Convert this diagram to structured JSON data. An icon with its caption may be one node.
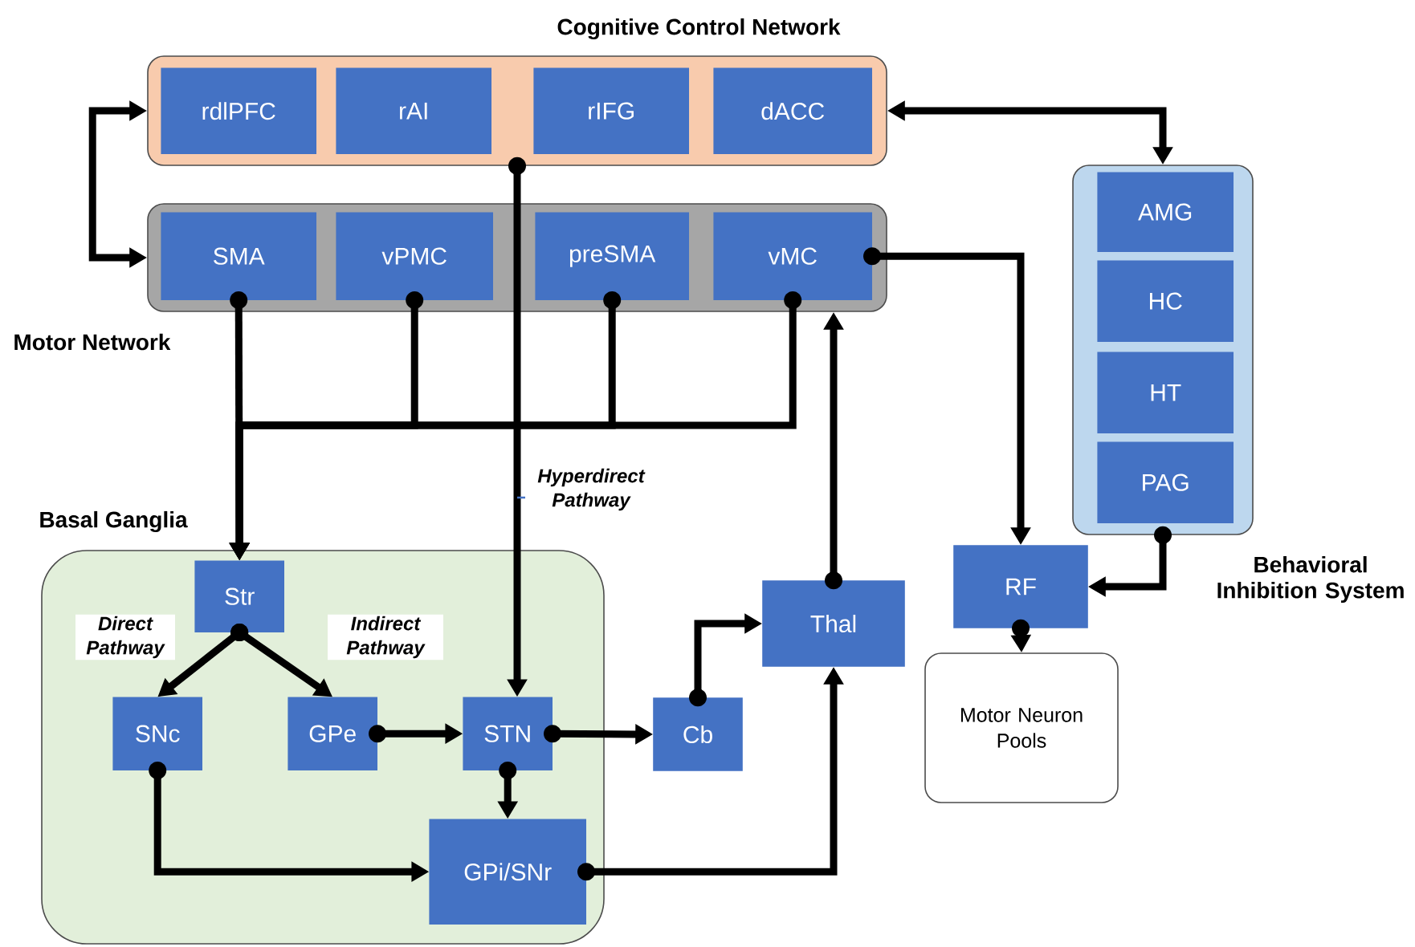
{
  "diagram": {
    "nodes": [
      {
        "text": [
          "Cognitive Control Network"
        ]
      },
      {
        "text": [
          "rdlPFC"
        ],
        "in": 0
      },
      {
        "text": [
          "rAI"
        ],
        "in": 0
      },
      {
        "text": [
          "rIFG"
        ],
        "in": 0
      },
      {
        "text": [
          "dACC"
        ],
        "in": 0
      },
      {
        "text": [
          "Motor Network"
        ]
      },
      {
        "text": [
          "SMA"
        ],
        "in": 5
      },
      {
        "text": [
          "vPMC"
        ],
        "in": 5
      },
      {
        "text": [
          "preSMA"
        ],
        "in": 5
      },
      {
        "text": [
          "vMC"
        ],
        "in": 5
      },
      {
        "text": [
          "Behavioral Inhibition System"
        ]
      },
      {
        "text": [
          "AMG"
        ],
        "in": 10
      },
      {
        "text": [
          "HC"
        ],
        "in": 10
      },
      {
        "text": [
          "HT"
        ],
        "in": 10
      },
      {
        "text": [
          "PAG"
        ],
        "in": 10
      },
      {
        "text": [
          "Basal Ganglia"
        ]
      },
      {
        "text": [
          "Str"
        ],
        "in": 15
      },
      {
        "text": [
          "SNc"
        ],
        "in": 15
      },
      {
        "text": [
          "GPe"
        ],
        "in": 15
      },
      {
        "text": [
          "STN"
        ],
        "in": 15
      },
      {
        "text": [
          "GPi/SNr"
        ],
        "in": 15
      },
      {
        "text": [
          "Cb"
        ]
      },
      {
        "text": [
          "Thal"
        ]
      },
      {
        "text": [
          "RF"
        ]
      },
      {
        "text": [
          "Motor Neuron Pools"
        ]
      }
    ],
    "edges": [
      {
        "from": 0,
        "to": 5,
        "arrow": "both"
      },
      {
        "from": 0,
        "to": 10,
        "arrow": "both"
      },
      {
        "from": 0,
        "to": 19,
        "arrow": "to",
        "label": "Hyperdirect Pathway"
      },
      {
        "from": 6,
        "to": 16,
        "arrow": "to"
      },
      {
        "from": 7,
        "to": 16,
        "arrow": "to"
      },
      {
        "from": 8,
        "to": 16,
        "arrow": "to"
      },
      {
        "from": 9,
        "to": 16,
        "arrow": "to"
      },
      {
        "from": 9,
        "to": 23,
        "arrow": "to"
      },
      {
        "from": 22,
        "to": 5,
        "arrow": "to"
      },
      {
        "from": 16,
        "to": 17,
        "arrow": "to",
        "label": "Direct Pathway"
      },
      {
        "from": 16,
        "to": 18,
        "arrow": "to",
        "label": "Indirect Pathway"
      },
      {
        "from": 18,
        "to": 19,
        "arrow": "to"
      },
      {
        "from": 19,
        "to": 21,
        "arrow": "to"
      },
      {
        "from": 19,
        "to": 20,
        "arrow": "to"
      },
      {
        "from": 17,
        "to": 20,
        "arrow": "to"
      },
      {
        "from": 20,
        "to": 22,
        "arrow": "to"
      },
      {
        "from": 21,
        "to": 22,
        "arrow": "to"
      },
      {
        "from": 10,
        "to": 23,
        "arrow": "to"
      },
      {
        "from": 23,
        "to": 24,
        "arrow": "to"
      }
    ]
  }
}
